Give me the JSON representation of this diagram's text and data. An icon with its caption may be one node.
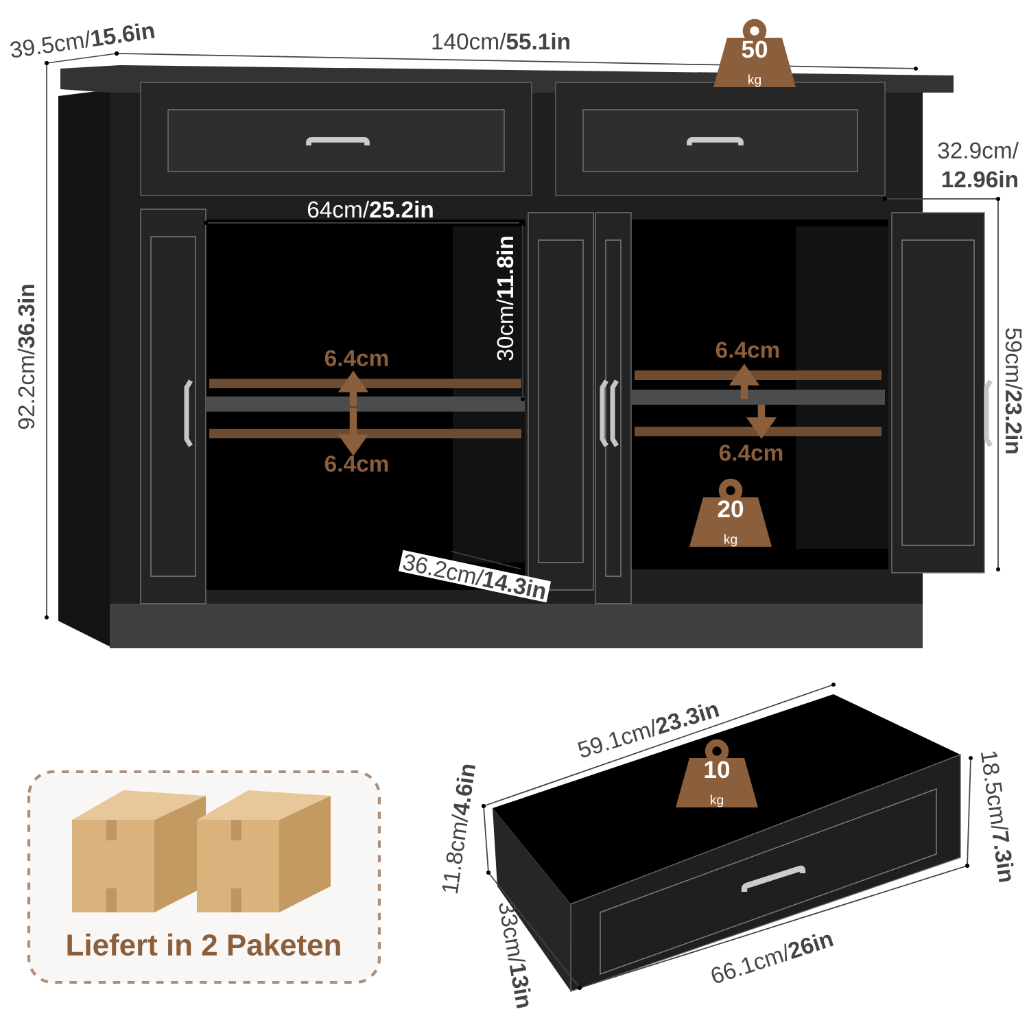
{
  "diagram": {
    "nodes": [
      {
        "text": [
          "50",
          "kg"
        ]
      },
      {
        "text": [
          "20",
          "kg"
        ]
      },
      {
        "text": [
          "10",
          "kg"
        ]
      },
      {
        "text": [
          "Liefert in 2 Paketen"
        ]
      }
    ],
    "labels": [
      "39.5cm/**15.6in**",
      "140cm/**55.1in**",
      "32.9cm/ **12.96in**",
      "64cm/**25.2in**",
      "92.2cm/**36.3in**",
      "30cm/**11.8in**",
      "6.4cm",
      "6.4cm",
      "59cm/**23.2in**",
      "6.4cm",
      "6.4cm",
      "36.2cm/**14.3in**",
      "59.1cm/**23.3in**",
      "11.8cm/**4.6in**",
      "18.5cm/**7.3in**",
      "33cm/**13in**",
      "66.1cm/**26in**"
    ]
  }
}
